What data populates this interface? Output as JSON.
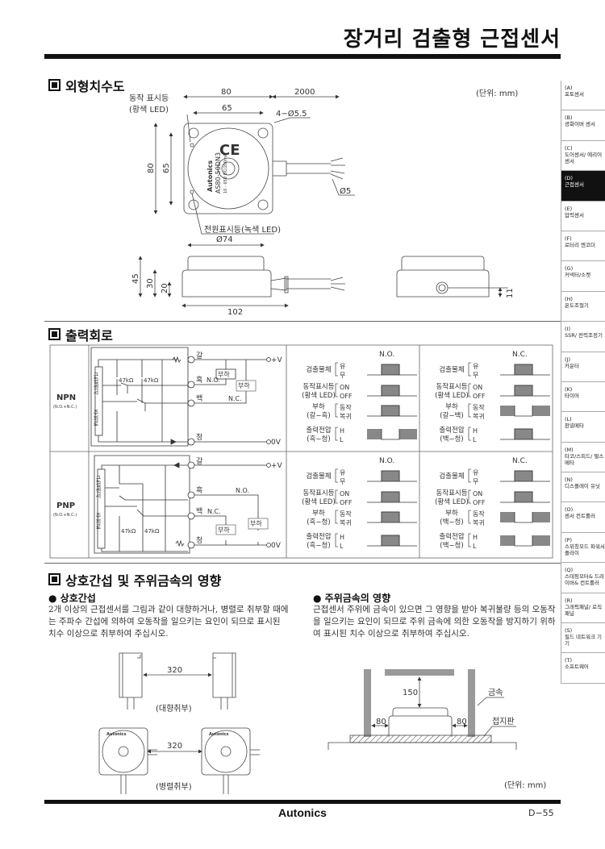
{
  "header": {
    "title": "장거리 검출형 근접센서"
  },
  "sidebar": {
    "items": [
      {
        "code": "(A)",
        "label": "포토센서"
      },
      {
        "code": "(B)",
        "label": "광화이버 센서"
      },
      {
        "code": "(C)",
        "label": "도어센서/ 에리어센서"
      },
      {
        "code": "(D)",
        "label": "근접센서",
        "active": true
      },
      {
        "code": "(E)",
        "label": "압력센서"
      },
      {
        "code": "(F)",
        "label": "로터리 엔코더"
      },
      {
        "code": "(G)",
        "label": "커넥터/소켓"
      },
      {
        "code": "(H)",
        "label": "온도조절기"
      },
      {
        "code": "(I)",
        "label": "SSR/ 전력조정기"
      },
      {
        "code": "(J)",
        "label": "카운터"
      },
      {
        "code": "(K)",
        "label": "타이머"
      },
      {
        "code": "(L)",
        "label": "판넬메타"
      },
      {
        "code": "(M)",
        "label": "타코/스피드/ 펄스메타"
      },
      {
        "code": "(N)",
        "label": "디스플레이 유닛"
      },
      {
        "code": "(O)",
        "label": "센서 컨트롤러"
      },
      {
        "code": "(P)",
        "label": "스위칭모드 파워서플라이"
      },
      {
        "code": "(Q)",
        "label": "스테핑모터& 드라이버& 컨트롤러"
      },
      {
        "code": "(R)",
        "label": "그래픽패널/ 로직패널"
      },
      {
        "code": "(S)",
        "label": "필드 네트워크 기기"
      },
      {
        "code": "(T)",
        "label": "소프트웨어"
      }
    ]
  },
  "dimensions": {
    "title": "외형치수도",
    "unit": "(단위: mm)",
    "op_led": "동작 표시등",
    "op_led2": "(황색 LED)",
    "pwr_led": "전원표시등(녹색 LED)",
    "w80": "80",
    "w65": "65",
    "cable": "2000",
    "hole": "4−Ø5.5",
    "h80": "80",
    "h65": "65",
    "cable_d": "Ø5",
    "top_d": "Ø74",
    "h45": "45",
    "h30": "30",
    "h20": "20",
    "len102": "102",
    "h11": "11",
    "brand": "Autonics",
    "model": "AS80-50DN3",
    "spec": "10 - 65V DC/200mA"
  },
  "circuit": {
    "title": "출력회로",
    "npn_label": "NPN",
    "npn_sub": "(N.O.+N.C.)",
    "pnp_label": "PNP",
    "pnp_sub": "(N.O.+N.C.)",
    "sensor_text": "근접센서",
    "main_text": "주회로",
    "brown": "갈",
    "black": "흑",
    "white": "백",
    "blue": "청",
    "pv": "+V",
    "zv": "0V",
    "load": "부하",
    "no": "N.O.",
    "nc": "N.C.",
    "r47": "47kΩ"
  },
  "timing": [
    {
      "header": "N.O.",
      "rows": [
        {
          "l1": "검출물체",
          "l2": "",
          "s1": "유",
          "s2": "무",
          "wave": "pulse"
        },
        {
          "l1": "동작표시등",
          "l2": "(황색 LED)",
          "s1": "ON",
          "s2": "OFF",
          "wave": "pulse"
        },
        {
          "l1": "부하",
          "l2": "(갈−흑)",
          "s1": "동작",
          "s2": "복귀",
          "wave": "pulse"
        },
        {
          "l1": "출력전압",
          "l2": "(흑−청)",
          "s1": "H",
          "s2": "L",
          "wave": "inverse"
        }
      ]
    },
    {
      "header": "N.C.",
      "rows": [
        {
          "l1": "검출물체",
          "l2": "",
          "s1": "유",
          "s2": "무",
          "wave": "pulse"
        },
        {
          "l1": "동작표시등",
          "l2": "(황색 LED)",
          "s1": "ON",
          "s2": "OFF",
          "wave": "pulse"
        },
        {
          "l1": "부하",
          "l2": "(갈−백)",
          "s1": "동작",
          "s2": "복귀",
          "wave": "inverse"
        },
        {
          "l1": "출력전압",
          "l2": "(백−청)",
          "s1": "H",
          "s2": "L",
          "wave": "pulse"
        }
      ]
    },
    {
      "header": "N.O.",
      "rows": [
        {
          "l1": "검출물체",
          "l2": "",
          "s1": "유",
          "s2": "무",
          "wave": "pulse"
        },
        {
          "l1": "동작표시등",
          "l2": "(황색 LED)",
          "s1": "ON",
          "s2": "OFF",
          "wave": "pulse"
        },
        {
          "l1": "부하",
          "l2": "(흑−청)",
          "s1": "동작",
          "s2": "복귀",
          "wave": "pulse"
        },
        {
          "l1": "출력전압",
          "l2": "(흑−청)",
          "s1": "H",
          "s2": "L",
          "wave": "pulse"
        }
      ]
    },
    {
      "header": "N.C.",
      "rows": [
        {
          "l1": "검출물체",
          "l2": "",
          "s1": "유",
          "s2": "무",
          "wave": "pulse"
        },
        {
          "l1": "동작표시등",
          "l2": "(황색 LED)",
          "s1": "ON",
          "s2": "OFF",
          "wave": "pulse"
        },
        {
          "l1": "부하",
          "l2": "(백−청)",
          "s1": "동작",
          "s2": "복귀",
          "wave": "inverse"
        },
        {
          "l1": "출력전압",
          "l2": "(백−청)",
          "s1": "H",
          "s2": "L",
          "wave": "inverse"
        }
      ]
    }
  ],
  "interference": {
    "title": "상호간섭 및 주위금속의 영향",
    "mutual_title": "● 상호간섭",
    "mutual_text": "2개 이상의 근접센서를 그림과 같이 대향하거나, 병렬로 취부할 때에는 주파수 간섭에 의하여 오동작을 일으키는 요인이 되므로 표시된 치수 이상으로 취부하여 주십시오.",
    "metal_title": "● 주위금속의 영향",
    "metal_text": "근접센서 주위에 금속이 있으면 그 영향을 받아 복귀불량 등의 오동작을 일으키는 요인이 되므로 주위 금속에 의한 오동작을 방지하기 위하여 표시된 치수 이상으로 취부하여 주십시오.",
    "dist_face": "320",
    "face_label": "(대향취부)",
    "dist_parallel": "320",
    "parallel_label": "(병렬취부)",
    "metal_dist": "150",
    "side1": "80",
    "side2": "80",
    "metal": "금속",
    "ground": "접지판",
    "unit": "(단위: mm)"
  },
  "footer": {
    "logo": "Autonics",
    "page": "D−55"
  }
}
